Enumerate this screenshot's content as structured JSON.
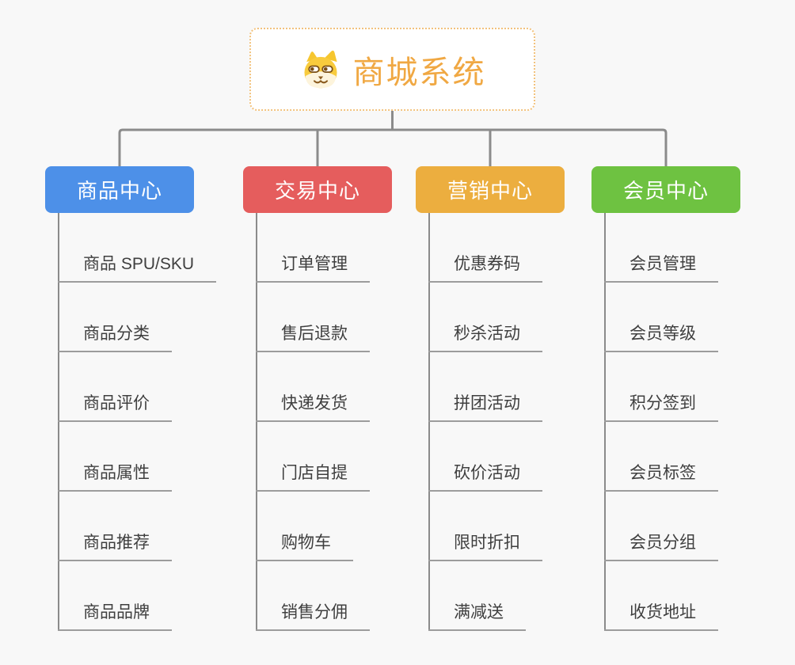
{
  "canvas": {
    "background": "#F8F8F8",
    "connector_color": "#8B8B8B",
    "underline_color": "#9C9C9C",
    "child_text_color": "#3F3F3F"
  },
  "root": {
    "title": "商城系统",
    "icon": "dog-face-icon",
    "text_color": "#F0A843",
    "border_color": "#F2C27D",
    "background": "#FFFFFF"
  },
  "branches": [
    {
      "label": "商品中心",
      "color": "#4D90E8",
      "children": [
        "商品 SPU/SKU",
        "商品分类",
        "商品评价",
        "商品属性",
        "商品推荐",
        "商品品牌"
      ]
    },
    {
      "label": "交易中心",
      "color": "#E55D5D",
      "children": [
        "订单管理",
        "售后退款",
        "快递发货",
        "门店自提",
        "购物车",
        "销售分佣"
      ]
    },
    {
      "label": "营销中心",
      "color": "#ECAE3F",
      "children": [
        "优惠券码",
        "秒杀活动",
        "拼团活动",
        "砍价活动",
        "限时折扣",
        "满减送"
      ]
    },
    {
      "label": "会员中心",
      "color": "#6EC241",
      "children": [
        "会员管理",
        "会员等级",
        "积分签到",
        "会员标签",
        "会员分组",
        "收货地址"
      ]
    }
  ]
}
